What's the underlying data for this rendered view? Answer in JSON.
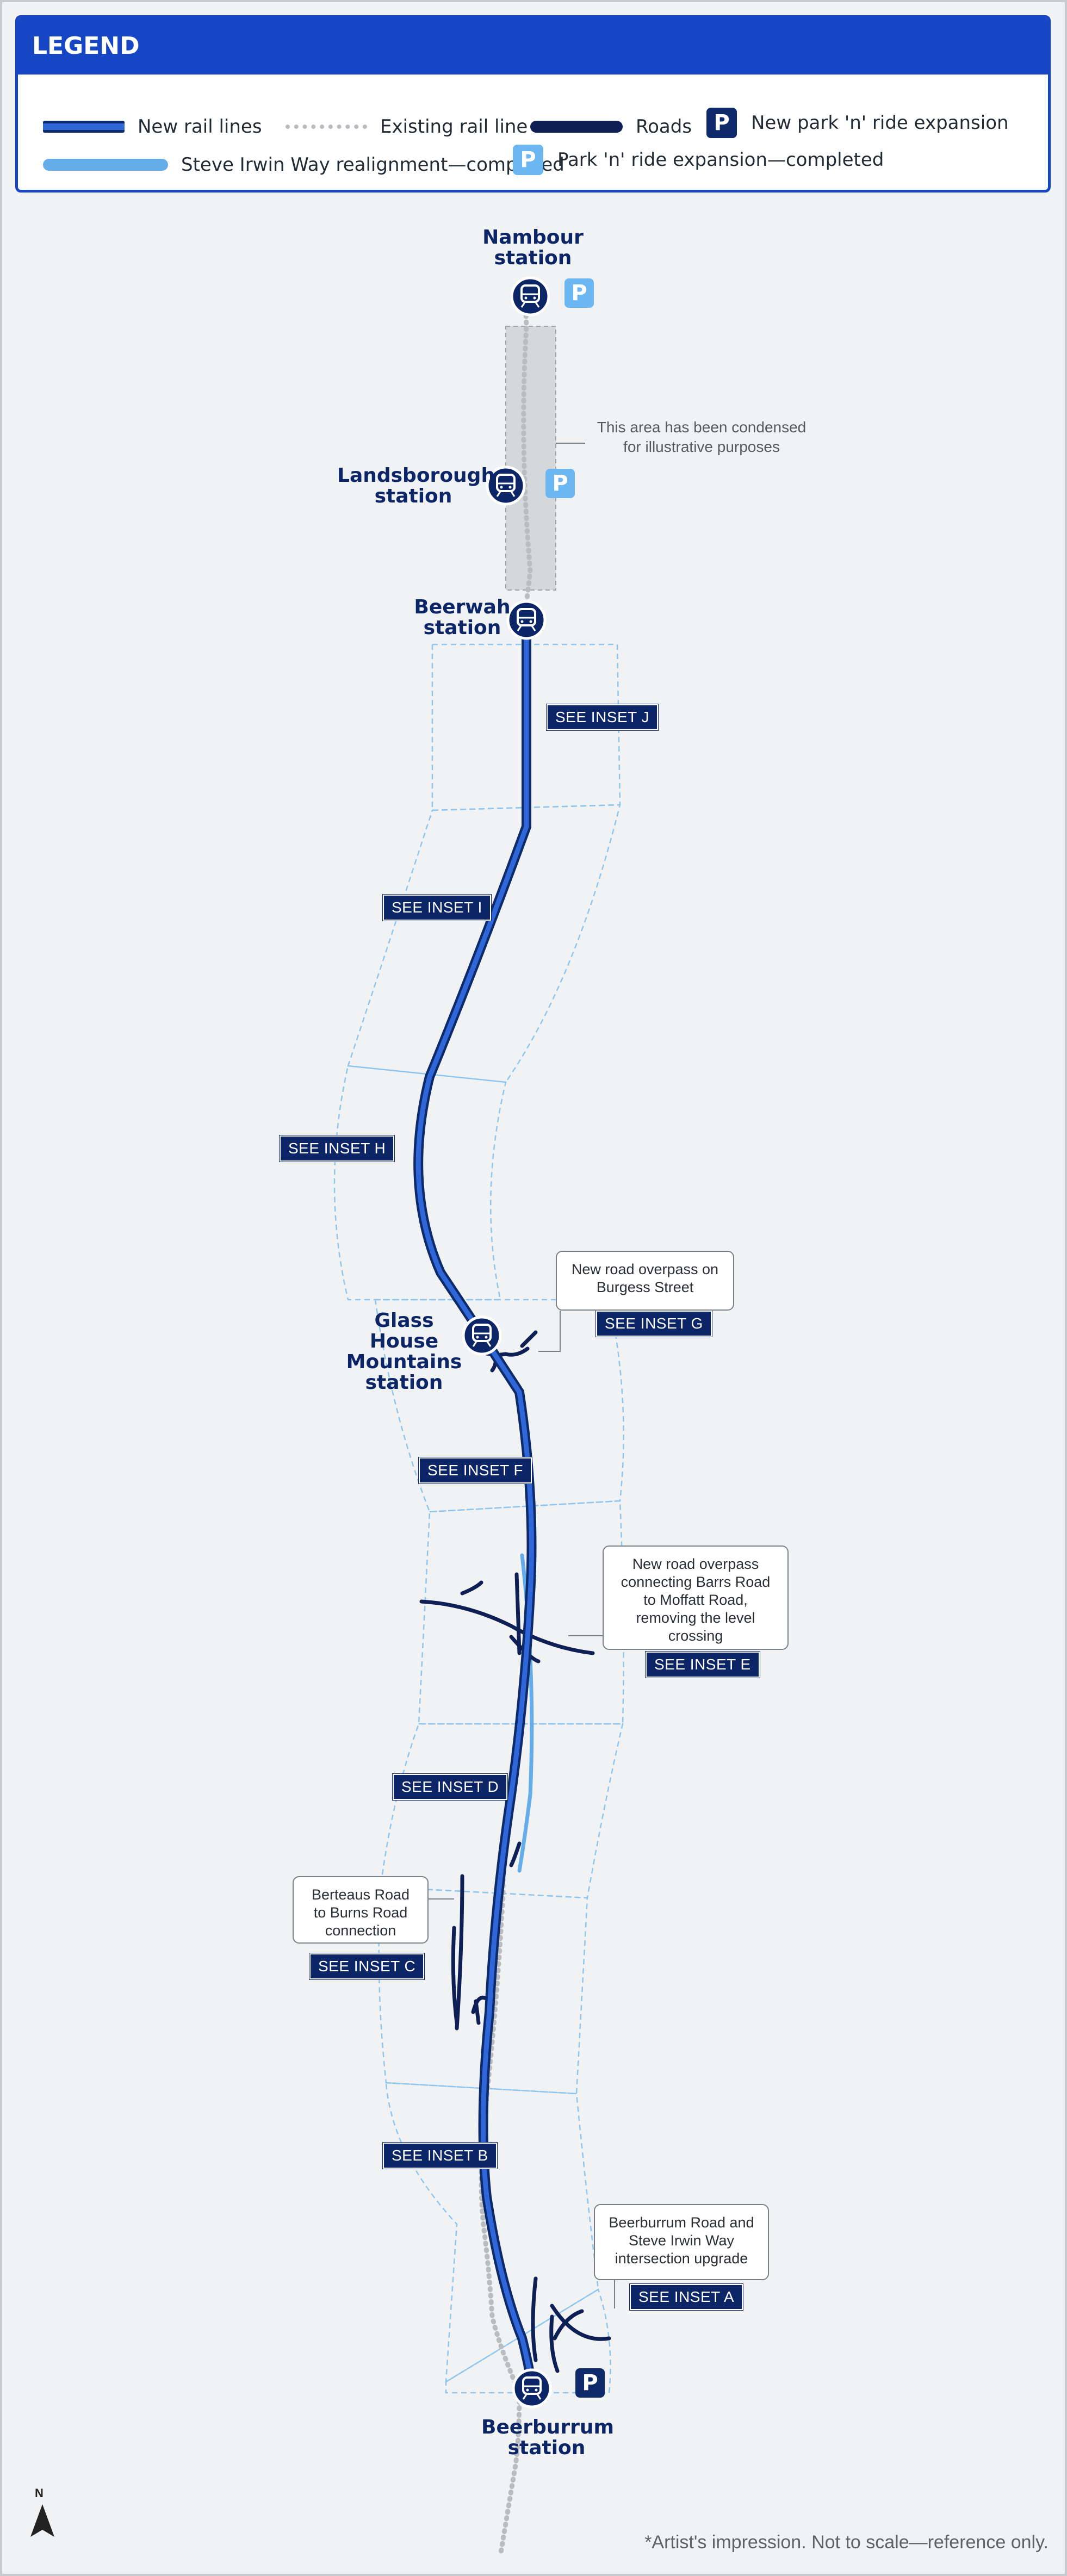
{
  "legend": {
    "title": "LEGEND",
    "items": {
      "new_rail": "New rail lines",
      "existing_rail": "Existing rail line",
      "roads": "Roads",
      "new_pnr": "New park 'n' ride expansion",
      "steve_irwin": "Steve Irwin Way realignment—completed",
      "pnr_completed": "Park 'n' ride expansion—completed"
    },
    "p_glyph": "P"
  },
  "stations": {
    "nambour": "Nambour station",
    "landsborough": "Landsborough station",
    "beerwah": "Beerwah station",
    "glasshouse": "Glass House Mountains station",
    "beerburrum": "Beerburrum station"
  },
  "insets": {
    "j": "SEE INSET J",
    "i": "SEE INSET I",
    "h": "SEE INSET H",
    "g": "SEE INSET G",
    "f": "SEE INSET F",
    "e": "SEE INSET E",
    "d": "SEE INSET D",
    "c": "SEE INSET C",
    "b": "SEE INSET B",
    "a": "SEE INSET A"
  },
  "callouts": {
    "burgess": "New road overpass on Burgess Street",
    "barrs": "New road overpass connecting Barrs Road to Moffatt Road, removing the level crossing",
    "berteaus": "Berteaus Road to Burns Road connection",
    "beerburrum_road": "Beerburrum Road and Steve Irwin Way intersection upgrade"
  },
  "condensed_note": "This area has been condensed for illustrative purposes",
  "north_label": "N",
  "footnote": "*Artist's impression. Not to scale—reference only.",
  "colors": {
    "legend_blue": "#1646c3",
    "navy": "#0c2566",
    "new_rail": "#2f67d8",
    "steve_irwin": "#65acea",
    "existing_rail": "#b9bdc2",
    "inset_outline": "#8ec6ef"
  }
}
